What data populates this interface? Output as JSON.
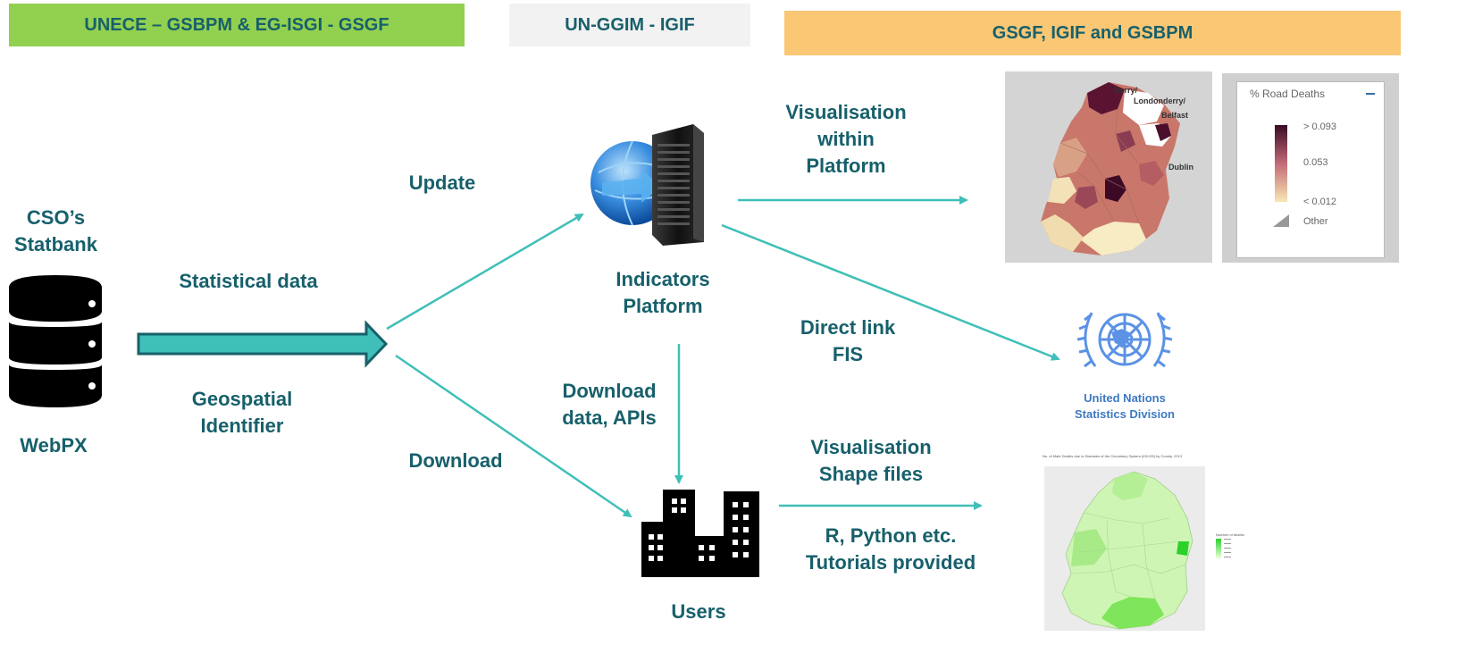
{
  "headers": {
    "left": "UNECE – GSBPM & EG-ISGI - GSGF",
    "middle": "UN-GGIM - IGIF",
    "right": "GSGF, IGIF and GSBPM"
  },
  "source": {
    "title_line1": "CSO’s",
    "title_line2": "Statbank",
    "subtitle": "WebPX"
  },
  "flow_labels": {
    "statistical_data": "Statistical data",
    "geo_id_line1": "Geospatial",
    "geo_id_line2": "Identifier",
    "update": "Update",
    "download": "Download",
    "download_data_line1": "Download",
    "download_data_line2": "data, APIs",
    "vis_platform_line1": "Visualisation",
    "vis_platform_line2": "within",
    "vis_platform_line3": "Platform",
    "direct_link_line1": "Direct link",
    "direct_link_line2": "FIS",
    "vis_shape_line1": "Visualisation",
    "vis_shape_line2": "Shape files",
    "tutorials_line1": "R, Python etc.",
    "tutorials_line2": "Tutorials provided"
  },
  "nodes": {
    "platform_line1": "Indicators",
    "platform_line2": "Platform",
    "users": "Users"
  },
  "road_deaths_map": {
    "place_derry": "Derry/",
    "place_londonderry": "Londonderry/",
    "place_belfast": "Belfast",
    "place_dublin": "Dublin"
  },
  "road_deaths_legend": {
    "title": "% Road Deaths",
    "max_label": "> 0.093",
    "mid_label": "0.053",
    "min_label": "< 0.012",
    "other_label": "Other"
  },
  "un_logo": {
    "line1": "United Nations",
    "line2": "Statistics Division"
  },
  "circulatory_map": {
    "title": "No. of Male Deaths due to Diseases of the Circulatory System (I00-I99) by County, 2013",
    "legend_title": "Number of deaths"
  },
  "colors": {
    "teal_text": "#17606b",
    "arrow": "#3fbfb8",
    "green_header": "#92d050",
    "orange_header": "#fac775",
    "grey_header": "#f2f2f2"
  }
}
